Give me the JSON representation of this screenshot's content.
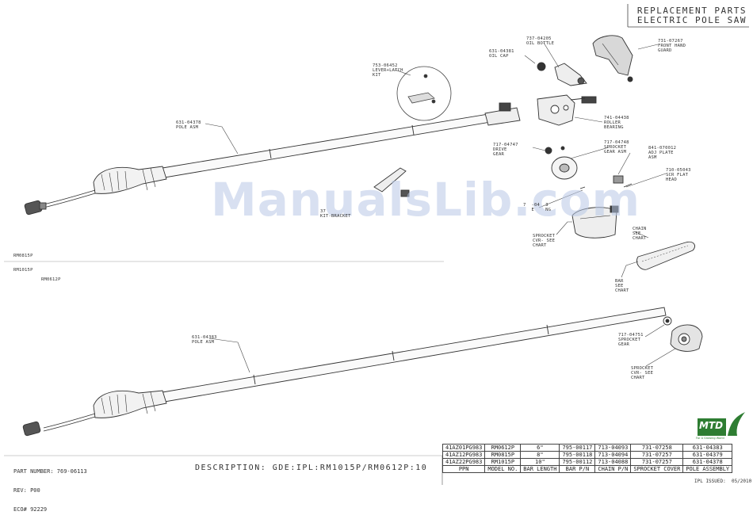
{
  "header": {
    "line1": "REPLACEMENT PARTS",
    "line2": "ELECTRIC POLE SAW"
  },
  "watermark": "ManualsLib.com",
  "top_models": {
    "line1": "RM0815P",
    "line2": "RM1015P"
  },
  "bottom_model": "RM0612P",
  "callouts": {
    "pole_top": "631-04378\nPOLE ASM",
    "lever": "753-06452\nLEVER+LATCH\nKIT",
    "oil_cap": "631-04381\nOIL CAP",
    "oil_bottle": "737-04205\nOIL BOTTLE",
    "front_guard": "731-07267\nFRONT HAND\nGUARD",
    "roller": "741-04438\nROLLER\nBEARING",
    "drive_gear": "717-04747\nDRIVE\nGEAR",
    "sprocket_gear_asm": "717-04748\nSPROCKET\nGEAR ASM",
    "adj_plate": "841-070012\nADJ PLATE\nASM",
    "screw": "710-05043\nSCR FLAT\nHEAD",
    "bracket": "37\nKIT-BRACKET",
    "spring": "7  -04  3\n   E    NG",
    "sprocket_cvr_top": "SPROCKET\nCVR- SEE\nCHART",
    "chain": "CHAIN\nSEE\nCHART",
    "bar": "BAR\nSEE\nCHART",
    "pole_bottom": "631-04383\nPOLE ASM",
    "sprocket_gear_bottom": "717-04751\nSPROCKET\nGEAR",
    "sprocket_cvr_bottom": "SPROCKET\nCVR- SEE\nCHART"
  },
  "info": {
    "part_number": "PART NUMBER: 769-06113",
    "rev": "REV: P00",
    "eco": "ECO# 92229"
  },
  "description": "DESCRIPTION: GDE:IPL:RM1015P/RM0612P:10",
  "logo": {
    "text": "MTD",
    "tagline": "For A Growing World"
  },
  "issued": "IPL ISSUED:  05/2010",
  "table": {
    "rows": [
      [
        "41AZ01PG983",
        "RM0612P",
        "6\"",
        "795-00117",
        "713-04093",
        "731-07258",
        "631-04383"
      ],
      [
        "41AZ12PG983",
        "RM0815P",
        "8\"",
        "795-00118",
        "713-04094",
        "731-07257",
        "631-04379"
      ],
      [
        "41AZ22PG983",
        "RM1015P",
        "10\"",
        "795-00112",
        "713-04088",
        "731-07257",
        "631-04378"
      ]
    ],
    "headers": [
      "PPN",
      "MODEL NO.",
      "BAR LENGTH",
      "BAR P/N",
      "CHAIN P/N",
      "SPROCKET COVER",
      "POLE ASSEMBLY"
    ]
  }
}
